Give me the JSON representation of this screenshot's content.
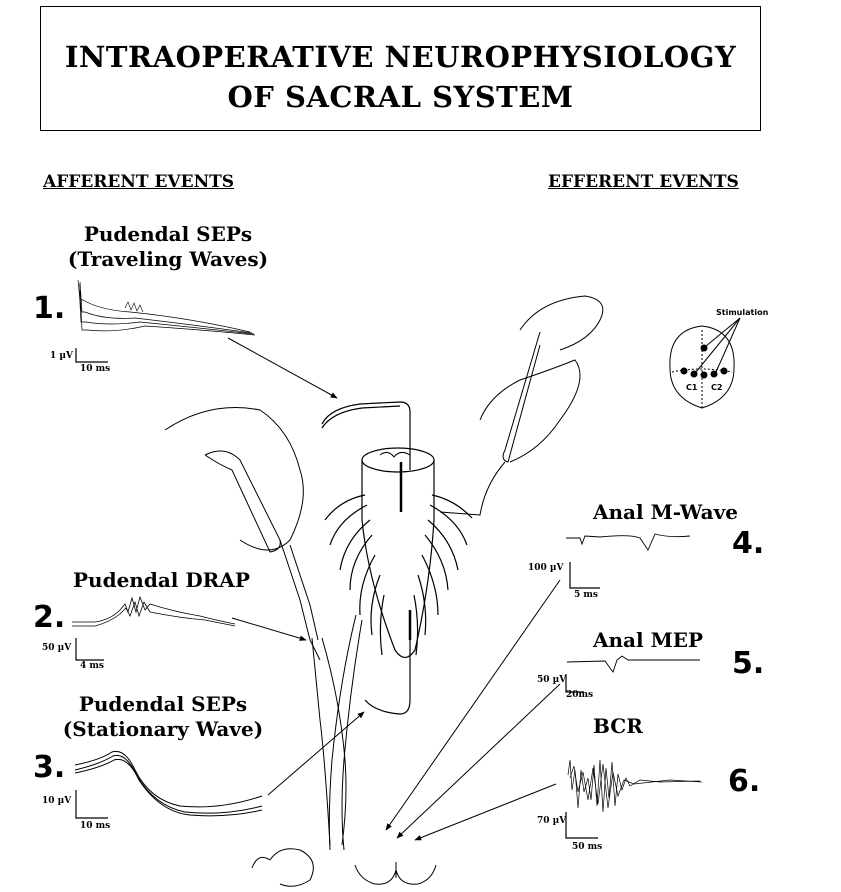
{
  "title": {
    "line1": "INTRAOPERATIVE NEUROPHYSIOLOGY",
    "line2": "OF SACRAL SYSTEM"
  },
  "afferent": {
    "heading": "AFFERENT EVENTS",
    "items": [
      {
        "number": "1.",
        "title_line1": "Pudendal SEPs",
        "title_line2": "(Traveling Waves)",
        "amp_scale": "1 µV",
        "time_scale": "10 ms"
      },
      {
        "number": "2.",
        "title_line1": "Pudendal DRAP",
        "amp_scale": "50 µV",
        "time_scale": "4 ms"
      },
      {
        "number": "3.",
        "title_line1": "Pudendal SEPs",
        "title_line2": "(Stationary Wave)",
        "amp_scale": "10 µV",
        "time_scale": "10 ms"
      }
    ]
  },
  "efferent": {
    "heading": "EFFERENT EVENTS",
    "items": [
      {
        "number": "4.",
        "title": "Anal M-Wave",
        "amp_scale": "100 µV",
        "time_scale": "5 ms"
      },
      {
        "number": "5.",
        "title": "Anal MEP",
        "amp_scale": "50 µV",
        "time_scale": "20ms"
      },
      {
        "number": "6.",
        "title": "BCR",
        "amp_scale": "70 µV",
        "time_scale": "50 ms"
      }
    ]
  },
  "head_diagram": {
    "stimulation_label": "Stimulation",
    "c1_label": "C1",
    "c2_label": "C2"
  }
}
